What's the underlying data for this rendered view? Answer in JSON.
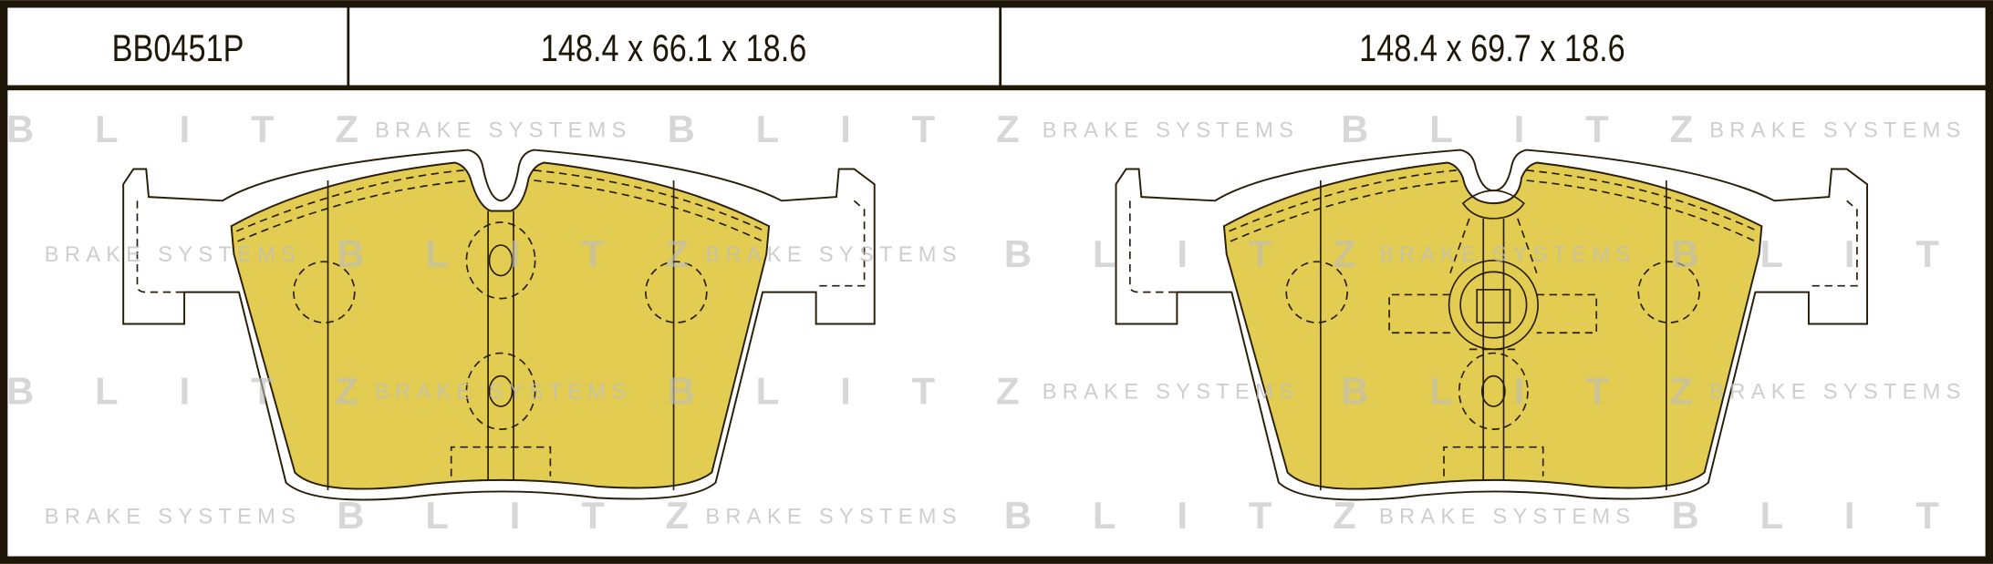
{
  "header": {
    "part_number": "BB0451P",
    "pad_1_dimensions": "148.4 x 66.1 x 18.6",
    "pad_2_dimensions": "148.4 x 69.7 x 18.6"
  },
  "watermark": {
    "logo": "BLITZ",
    "tagline": "BRAKE SYSTEMS"
  },
  "colors": {
    "friction_material": "#e2cd52",
    "outline": "#2a1e08",
    "frame": "#1e1606",
    "watermark": "#bdbdbd"
  }
}
